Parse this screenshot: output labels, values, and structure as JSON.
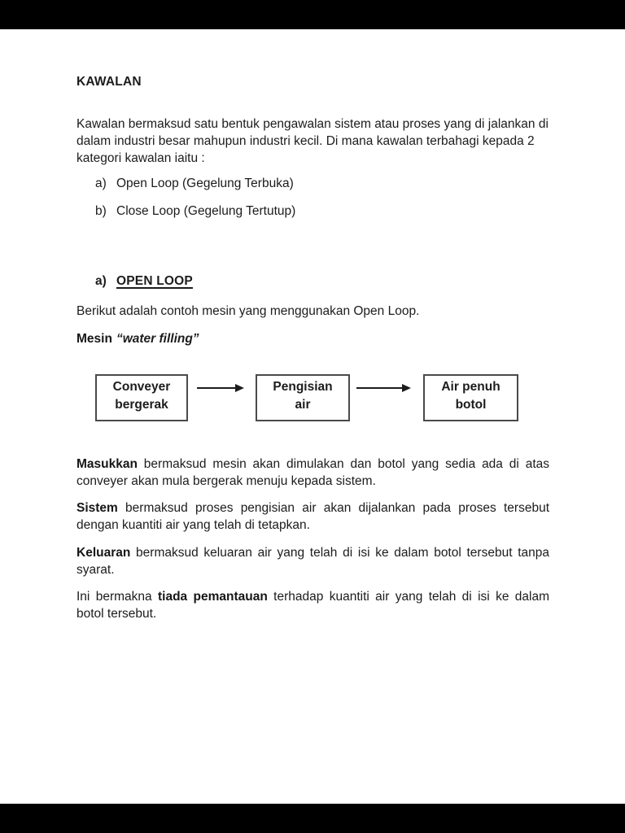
{
  "colors": {
    "letterbox_bar": "#000000",
    "page_background": "#ffffff",
    "text": "#1c1c1c",
    "box_border": "#4a4a4a"
  },
  "document": {
    "title": "KAWALAN",
    "intro": "Kawalan bermaksud satu bentuk pengawalan sistem atau proses yang di jalankan di dalam industri besar mahupun industri kecil. Di mana kawalan terbahagi kepada 2 kategori kawalan iaitu :",
    "categories": [
      {
        "marker": "a)",
        "label": "Open Loop (Gegelung Terbuka)"
      },
      {
        "marker": "b)",
        "label": "Close Loop (Gegelung Tertutup)"
      }
    ],
    "section_heading": {
      "marker": "a)",
      "title": "OPEN LOOP"
    },
    "section_intro": "Berikut adalah contoh mesin yang menggunakan Open Loop.",
    "machine_title": {
      "label": "Mesin",
      "name": "“water filling”"
    },
    "flow_diagram": {
      "steps": [
        "Conveyer\nbergerak",
        "Pengisian\nair",
        "Air penuh\nbotol"
      ]
    },
    "paragraphs": [
      {
        "prefix": "",
        "bold": "Masukkan",
        "rest": " bermaksud mesin akan dimulakan dan botol yang sedia ada di atas conveyer akan mula bergerak menuju kepada sistem."
      },
      {
        "prefix": "",
        "bold": "Sistem",
        "rest": " bermaksud proses pengisian air akan dijalankan pada proses tersebut dengan kuantiti air yang telah di tetapkan."
      },
      {
        "prefix": "",
        "bold": "Keluaran",
        "rest": " bermaksud keluaran air yang telah di isi ke dalam botol tersebut tanpa syarat."
      },
      {
        "prefix": "Ini bermakna ",
        "bold": "tiada pemantauan",
        "rest": " terhadap kuantiti air yang telah di isi ke dalam botol tersebut."
      }
    ]
  }
}
